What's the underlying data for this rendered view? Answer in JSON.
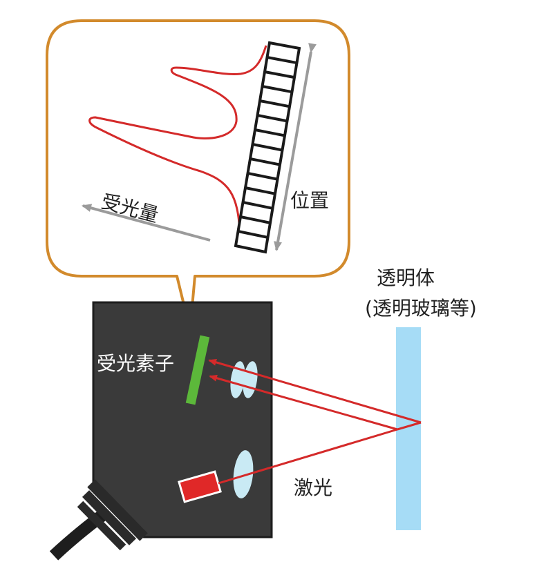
{
  "labels": {
    "light_amount": "受光量",
    "position": "位置",
    "transparent_body": "透明体",
    "transparent_examples": "(透明玻璃等)",
    "receiver_element": "受光素子",
    "laser": "激光"
  },
  "colors": {
    "bubble_border": "#d28a2c",
    "sensor_body": "#3a3a3a",
    "receiver_element": "#5cb83a",
    "laser_emitter": "#e02828",
    "laser_beam": "#d42a2a",
    "transparent_plate": "#a6dcf6",
    "lens": "#c9eaf4",
    "axis_arrow": "#9b9b9b"
  }
}
